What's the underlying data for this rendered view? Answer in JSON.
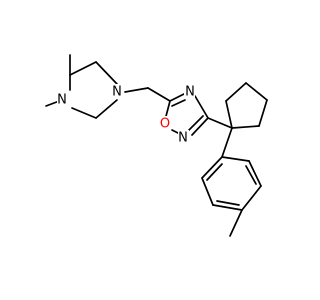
{
  "molecule": {
    "atoms": {
      "n_methyl": {
        "text": "N",
        "color": "#000000"
      },
      "n_linker": {
        "text": "N",
        "color": "#000000"
      },
      "n_ring3": {
        "text": "N",
        "color": "#000000"
      },
      "n_ring2": {
        "text": "N",
        "color": "#000000"
      },
      "o_ring": {
        "text": "O",
        "color": "#ff0000"
      }
    }
  }
}
